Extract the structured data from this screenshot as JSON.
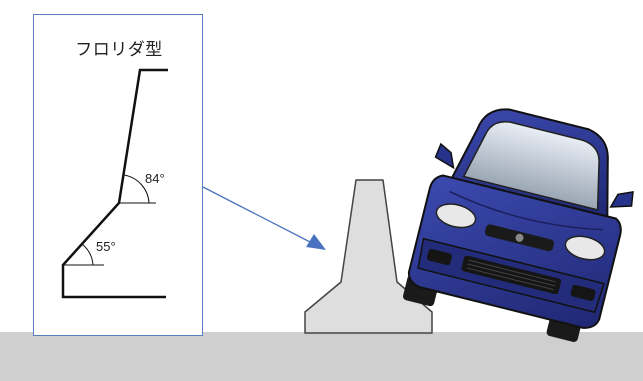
{
  "profile": {
    "title": "フロリダ型",
    "angle_upper": "84°",
    "angle_lower": "55°"
  },
  "colors": {
    "box_border": "#5a7fbf",
    "arrow": "#4a72c0",
    "barrier_fill": "#dedede",
    "barrier_stroke": "#444444",
    "ground": "#cfcfcf",
    "car_body": "#2e3b94"
  }
}
